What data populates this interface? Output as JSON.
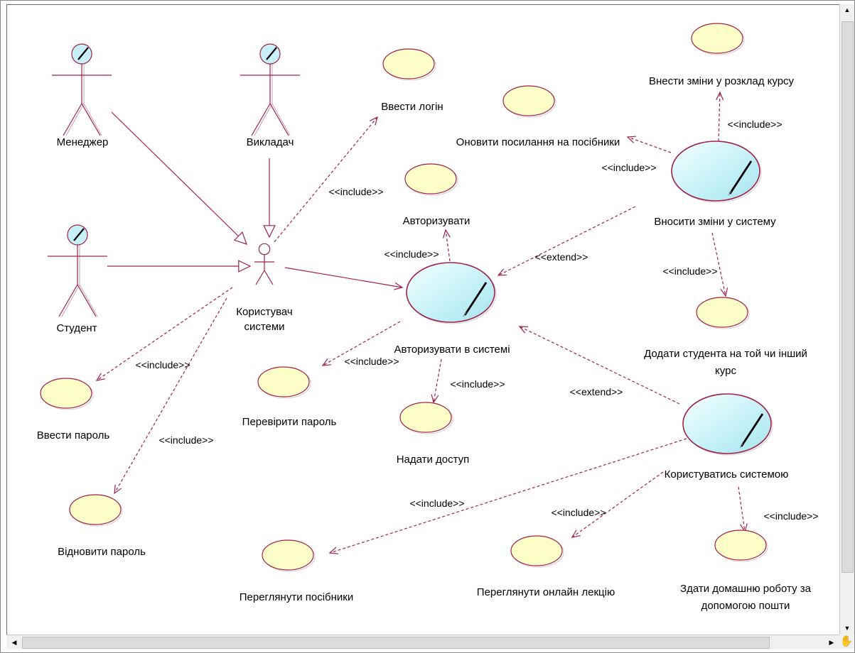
{
  "actors": [
    {
      "id": "manager",
      "label": "Менеджер"
    },
    {
      "id": "teacher",
      "label": "Викладач"
    },
    {
      "id": "student",
      "label": "Студент"
    },
    {
      "id": "user",
      "label_lines": [
        "Користувач",
        "системи"
      ]
    }
  ],
  "use_cases": [
    {
      "id": "enter-login",
      "lines": [
        "Ввести логін"
      ]
    },
    {
      "id": "update-links",
      "lines": [
        "Оновити посилання на посібники"
      ]
    },
    {
      "id": "change-schedule",
      "lines": [
        "Внести зміни у розклад курсу"
      ]
    },
    {
      "id": "authorize",
      "lines": [
        "Авторизувати"
      ]
    },
    {
      "id": "make-changes",
      "lines": [
        "Вносити зміни у систему"
      ]
    },
    {
      "id": "authorize-in-system",
      "lines": [
        "Авторизувати в системі"
      ]
    },
    {
      "id": "add-student",
      "lines": [
        "Додати студента на той чи інший",
        "курс"
      ]
    },
    {
      "id": "enter-password",
      "lines": [
        "Ввести пароль"
      ]
    },
    {
      "id": "check-password",
      "lines": [
        "Перевірити пароль"
      ]
    },
    {
      "id": "grant-access",
      "lines": [
        "Надати доступ"
      ]
    },
    {
      "id": "use-system",
      "lines": [
        "Користуватись системою"
      ]
    },
    {
      "id": "restore-password",
      "lines": [
        "Відновити пароль"
      ]
    },
    {
      "id": "view-manuals",
      "lines": [
        "Переглянути посібники"
      ]
    },
    {
      "id": "view-lecture",
      "lines": [
        "Переглянути онлайн лекцію"
      ]
    },
    {
      "id": "submit-homework",
      "lines": [
        "Здати домашню роботу за",
        "допомогою пошти"
      ]
    }
  ],
  "relationships": [
    {
      "id": "gen-manager-user",
      "type": "generalization",
      "from": "manager",
      "to": "user"
    },
    {
      "id": "gen-teacher-user",
      "type": "generalization",
      "from": "teacher",
      "to": "user"
    },
    {
      "id": "gen-student-user",
      "type": "generalization",
      "from": "student",
      "to": "user"
    },
    {
      "id": "assoc-user-auth",
      "type": "association",
      "from": "user",
      "to": "authorize-in-system"
    },
    {
      "id": "inc-user-login",
      "type": "dependency",
      "from": "user",
      "to": "enter-login",
      "label": "<<include>>"
    },
    {
      "id": "inc-user-password",
      "type": "dependency",
      "from": "user",
      "to": "enter-password",
      "label": "<<include>>"
    },
    {
      "id": "inc-user-restore",
      "type": "dependency",
      "from": "user",
      "to": "restore-password",
      "label": "<<include>>"
    },
    {
      "id": "inc-auth-authorize",
      "type": "dependency",
      "from": "authorize-in-system",
      "to": "authorize",
      "label": "<<include>>"
    },
    {
      "id": "inc-auth-check",
      "type": "dependency",
      "from": "authorize-in-system",
      "to": "check-password",
      "label": "<<include>>"
    },
    {
      "id": "inc-auth-access",
      "type": "dependency",
      "from": "authorize-in-system",
      "to": "grant-access",
      "label": "<<include>>"
    },
    {
      "id": "ext-changes-auth",
      "type": "dependency",
      "from": "make-changes",
      "to": "authorize-in-system",
      "label": "<<extend>>"
    },
    {
      "id": "inc-changes-links",
      "type": "dependency",
      "from": "make-changes",
      "to": "update-links",
      "label": "<<include>>"
    },
    {
      "id": "inc-changes-schedule",
      "type": "dependency",
      "from": "make-changes",
      "to": "change-schedule",
      "label": "<<include>>"
    },
    {
      "id": "inc-changes-student",
      "type": "dependency",
      "from": "make-changes",
      "to": "add-student",
      "label": "<<include>>"
    },
    {
      "id": "ext-use-auth",
      "type": "dependency",
      "from": "use-system",
      "to": "authorize-in-system",
      "label": "<<extend>>"
    },
    {
      "id": "inc-use-manuals",
      "type": "dependency",
      "from": "use-system",
      "to": "view-manuals",
      "label": "<<include>>"
    },
    {
      "id": "inc-use-lecture",
      "type": "dependency",
      "from": "use-system",
      "to": "view-lecture",
      "label": "<<include>>"
    },
    {
      "id": "inc-use-homework",
      "type": "dependency",
      "from": "use-system",
      "to": "submit-homework",
      "label": "<<include>>"
    }
  ],
  "colors": {
    "line": "#a0224a",
    "uc_fill": "#fdfdc8",
    "uc_stroke": "#a0224a",
    "active_fill": "#c8f4fa",
    "actor_head_fill": "#c8f0f8"
  }
}
